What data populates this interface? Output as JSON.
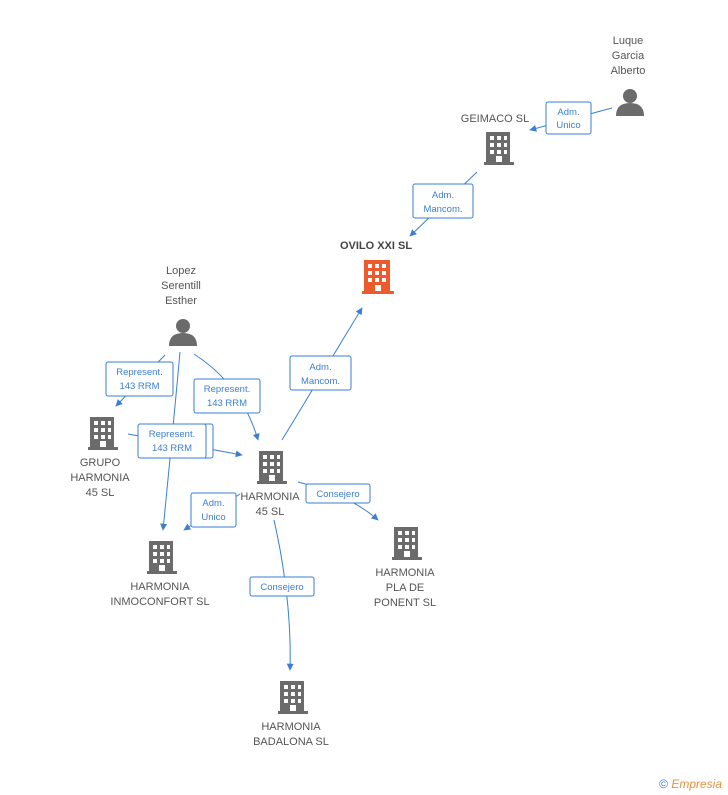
{
  "nodes": {
    "luque": {
      "lines": [
        "Luque",
        "Garcia",
        "Alberto"
      ],
      "type": "person"
    },
    "geimaco": {
      "lines": [
        "GEIMACO SL"
      ],
      "type": "company"
    },
    "ovilo": {
      "lines": [
        "OVILO XXI SL"
      ],
      "type": "company-main"
    },
    "lopez": {
      "lines": [
        "Lopez",
        "Serentill",
        "Esther"
      ],
      "type": "person"
    },
    "grupo": {
      "lines": [
        "GRUPO",
        "HARMONIA",
        "45 SL"
      ],
      "type": "company"
    },
    "harmonia45": {
      "lines": [
        "HARMONIA",
        "45 SL"
      ],
      "type": "company"
    },
    "inmoconfort": {
      "lines": [
        "HARMONIA",
        "INMOCONFORT SL"
      ],
      "type": "company"
    },
    "pladeponent": {
      "lines": [
        "HARMONIA",
        "PLA DE",
        "PONENT SL"
      ],
      "type": "company"
    },
    "badalona": {
      "lines": [
        "HARMONIA",
        "BADALONA SL"
      ],
      "type": "company"
    }
  },
  "edges": [
    {
      "id": "luque-geimaco",
      "lines": [
        "Adm.",
        "Unico"
      ]
    },
    {
      "id": "geimaco-ovilo",
      "lines": [
        "Adm.",
        "Mancom."
      ]
    },
    {
      "id": "h45-ovilo",
      "lines": [
        "Adm.",
        "Mancom."
      ]
    },
    {
      "id": "lopez-grupo",
      "lines": [
        "Represent.",
        "143 RRM"
      ]
    },
    {
      "id": "lopez-h45",
      "lines": [
        "Represent.",
        "143 RRM"
      ]
    },
    {
      "id": "grupo-h45",
      "lines": [
        "Represent.",
        "143 RRM"
      ]
    },
    {
      "id": "h45-inmo",
      "lines": [
        "Adm.",
        "Unico"
      ]
    },
    {
      "id": "h45-pla",
      "lines": [
        "Consejero"
      ]
    },
    {
      "id": "h45-badalona",
      "lines": [
        "Consejero"
      ]
    }
  ],
  "footer": {
    "copyright": "©",
    "brand": "Empresia"
  },
  "colors": {
    "edge": "#3a7fd5",
    "main_company": "#ee5a2c",
    "icon": "#6b6b6b"
  }
}
